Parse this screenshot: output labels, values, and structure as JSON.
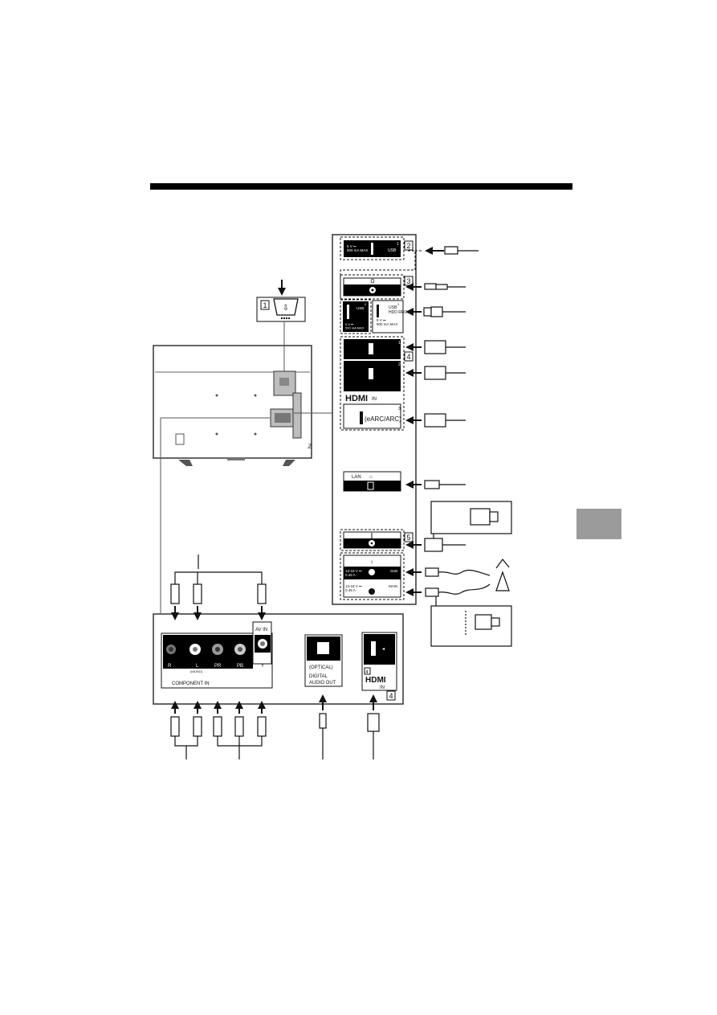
{
  "badges": {
    "b1": "1",
    "b2": "2",
    "b3": "3",
    "b4": "4",
    "b4_bottom": "4",
    "b5": "5"
  },
  "usb1": {
    "rating": "5 V ⎓\n500 mA MAX",
    "label": "USB",
    "num": "1"
  },
  "usb2": {
    "label": "USB",
    "rating": "5 V ⎓\n500 mA MAX",
    "num": "2"
  },
  "usb3": {
    "label": "USB\nHDD REC",
    "rating": "5 V ⎓\n900 mA MAX",
    "num": "3"
  },
  "hdmi": {
    "logo": "HDMI",
    "in": "IN",
    "num1": "1",
    "num2": "2",
    "num3": "3",
    "earc": "(eARC/ARC)"
  },
  "lan": {
    "label": "LAN"
  },
  "satellite": {
    "rating_sub": "13-18 V ⎓\n0.45 A",
    "sub": "SUB",
    "rating_main": "13-18 V ⎓\n0.45 A",
    "main": "MAIN"
  },
  "bottom": {
    "r": "R",
    "l": "L",
    "mono": "(MONO)",
    "pr": "PR",
    "pb": "PB",
    "y": "Y",
    "av_in": "AV IN",
    "component_in": "COMPONENT IN",
    "optical": "(OPTICAL)",
    "digital": "DIGITAL",
    "audio_out": "AUDIO OUT",
    "hdmi_logo": "HDMI",
    "hdmi_in": "IN",
    "hdmi_num": "4"
  },
  "colors": {
    "ink": "#111111",
    "panel_gray": "#bdbdbd",
    "tab_gray": "#9b9b9b"
  }
}
